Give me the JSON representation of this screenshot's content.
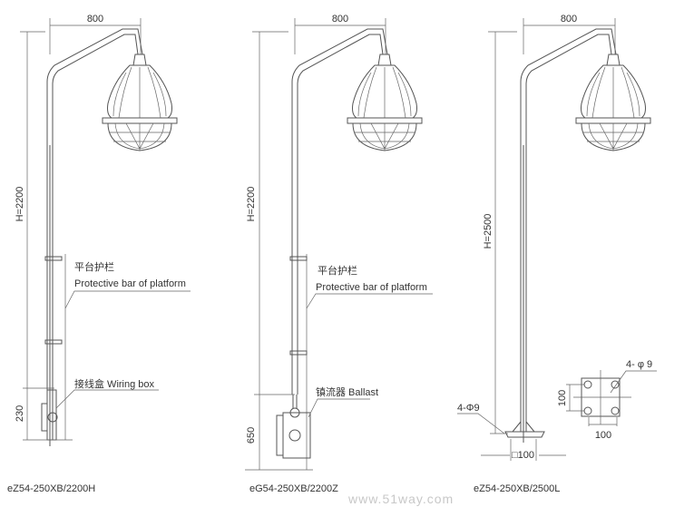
{
  "drawings": [
    {
      "model": "eZ54-250XB/2200H",
      "width_dim": "800",
      "height_dim": "H=2200",
      "labels": {
        "bar_cn": "平台护栏",
        "bar_en": "Protective bar of platform",
        "box": "接线盒 Wiring box"
      },
      "bottom_dim": "230"
    },
    {
      "model": "eG54-250XB/2200Z",
      "width_dim": "800",
      "height_dim": "H=2200",
      "labels": {
        "bar_cn": "平台护栏",
        "bar_en": "Protective bar of platform",
        "box": "镇流器 Ballast"
      },
      "bottom_dim": "650"
    },
    {
      "model": "eZ54-250XB/2500L",
      "width_dim": "800",
      "height_dim": "H=2500",
      "base": {
        "holes": "4-Φ9",
        "plate": "□100",
        "detail_holes": "4- φ 9",
        "detail_h": "100",
        "detail_w": "100"
      }
    }
  ],
  "watermark": "www.51way.com"
}
